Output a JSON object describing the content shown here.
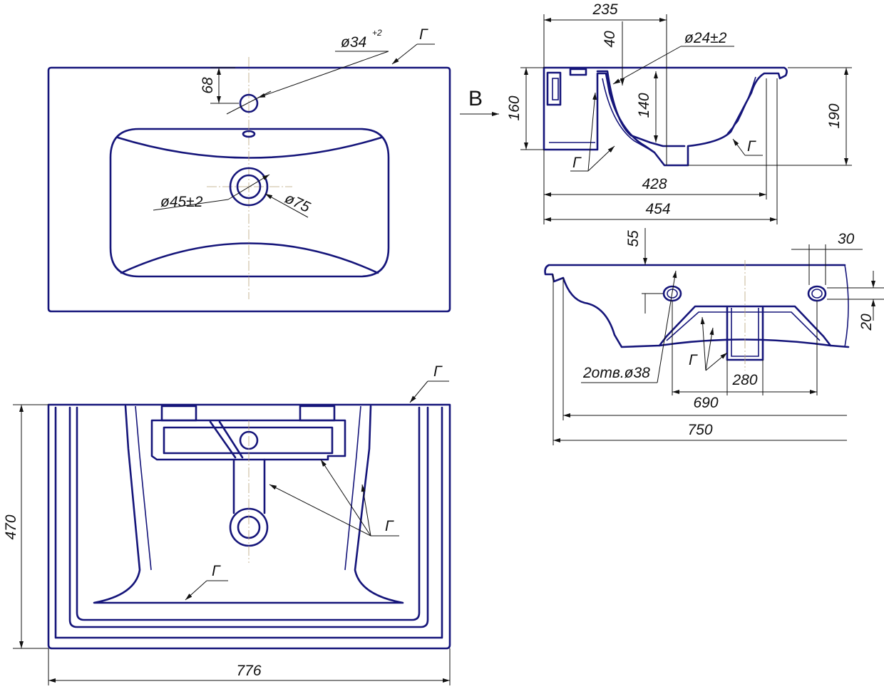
{
  "drawing": {
    "top_view": {
      "tap_hole": "ø34",
      "tap_hole_tol": "+2",
      "tap_offset": "68",
      "drain": "ø45±2",
      "drain_outer": "ø75",
      "glaze_mark": "Г"
    },
    "view_arrow": "B",
    "section_view": {
      "depth_to_drain": "235",
      "overflow_offset": "40",
      "overflow": "ø24±2",
      "height_left": "160",
      "bowl_depth": "140",
      "total_height": "190",
      "inner_length": "428",
      "total_length": "454",
      "glaze_mark_1": "Г",
      "glaze_mark_2": "Г"
    },
    "side_view": {
      "hole_offset_top": "55",
      "hole_offset_side": "30",
      "hole_offset_v": "20",
      "holes": "2отв.ø38",
      "glaze_mark": "Г",
      "drain_width": "280",
      "hole_spacing": "690",
      "total_width": "750"
    },
    "bottom_view": {
      "height": "470",
      "width": "776",
      "glaze_mark_top": "Г",
      "glaze_mark_mid": "Г",
      "glaze_mark_bottom": "Г"
    }
  }
}
